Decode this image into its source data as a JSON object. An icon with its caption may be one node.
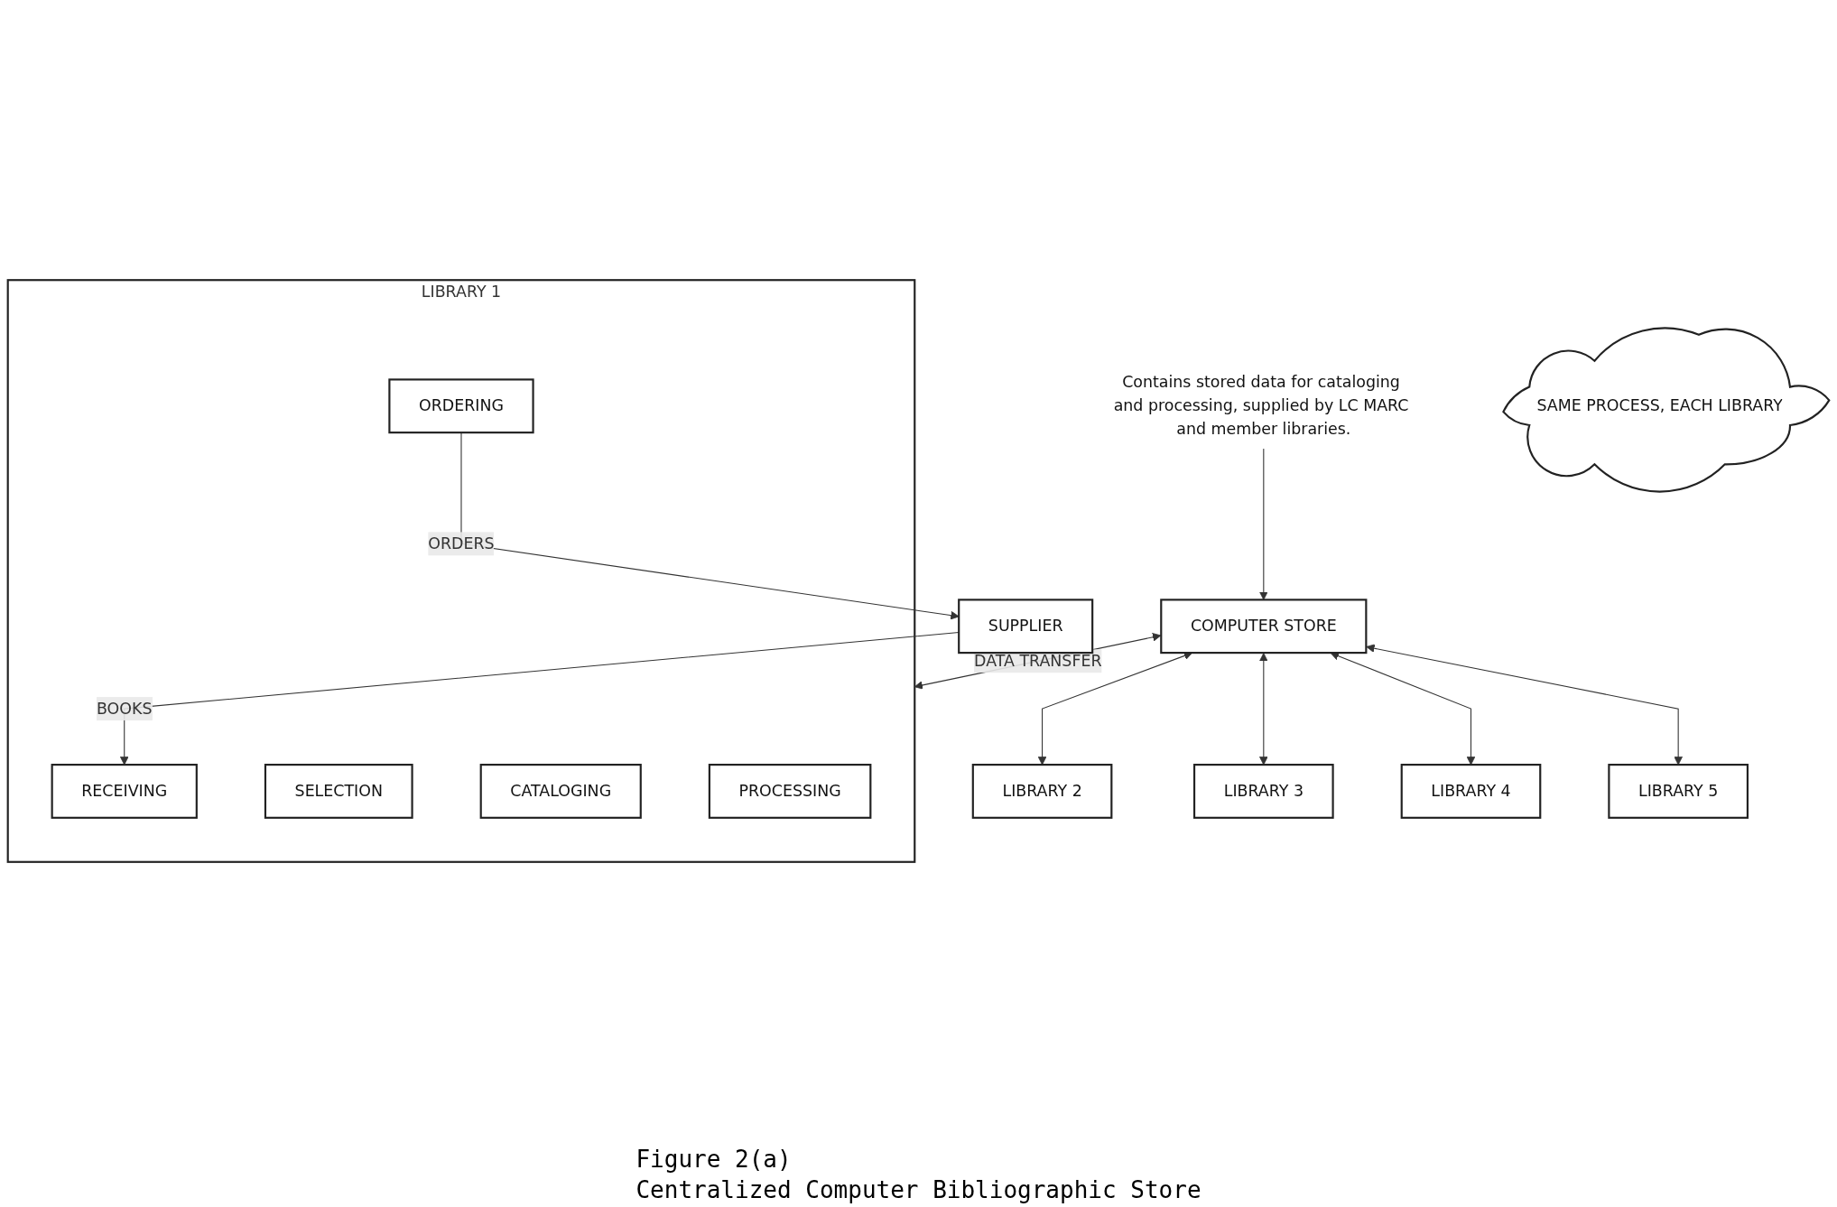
{
  "diagram": {
    "caption": "Centralized Computer Bibliographic Store",
    "nodes": [
      {
        "text": [
          "COMPUTER STORE"
        ]
      },
      {
        "text": [
          "Contains stored data for cataloging and processing, supplied by LC MARC and member libraries."
        ]
      },
      {
        "text": [
          "LIBRARY 1"
        ]
      },
      {
        "text": [
          "SELECTION"
        ],
        "in": 2
      },
      {
        "text": [
          "ORDERING"
        ],
        "in": 2
      },
      {
        "text": [
          "RECEIVING"
        ],
        "in": 2
      },
      {
        "text": [
          "CATALOGING"
        ],
        "in": 2
      },
      {
        "text": [
          "PROCESSING"
        ],
        "in": 2
      },
      {
        "text": [
          "LIBRARY 2"
        ]
      },
      {
        "text": [
          "LIBRARY 3"
        ]
      },
      {
        "text": [
          "LIBRARY 4"
        ]
      },
      {
        "text": [
          "LIBRARY 5"
        ]
      },
      {
        "text": [
          "SAME PROCESS, EACH LIBRARY"
        ]
      },
      {
        "text": [
          "SUPPLIER"
        ]
      }
    ],
    "edges": [
      {
        "from": 0,
        "to": 2,
        "arrow": "both",
        "label": "DATA TRANSFER"
      },
      {
        "from": 0,
        "to": 8,
        "arrow": "both"
      },
      {
        "from": 0,
        "to": 9,
        "arrow": "both"
      },
      {
        "from": 0,
        "to": 10,
        "arrow": "both"
      },
      {
        "from": 0,
        "to": 11,
        "arrow": "both"
      },
      {
        "from": 4,
        "to": 13,
        "arrow": "to",
        "label": "ORDERS"
      },
      {
        "from": 13,
        "to": 5,
        "arrow": "to",
        "label": "BOOKS"
      },
      {
        "from": 1,
        "to": 0,
        "arrow": "to"
      }
    ],
    "labels": [
      "Figure 2(a)"
    ]
  }
}
